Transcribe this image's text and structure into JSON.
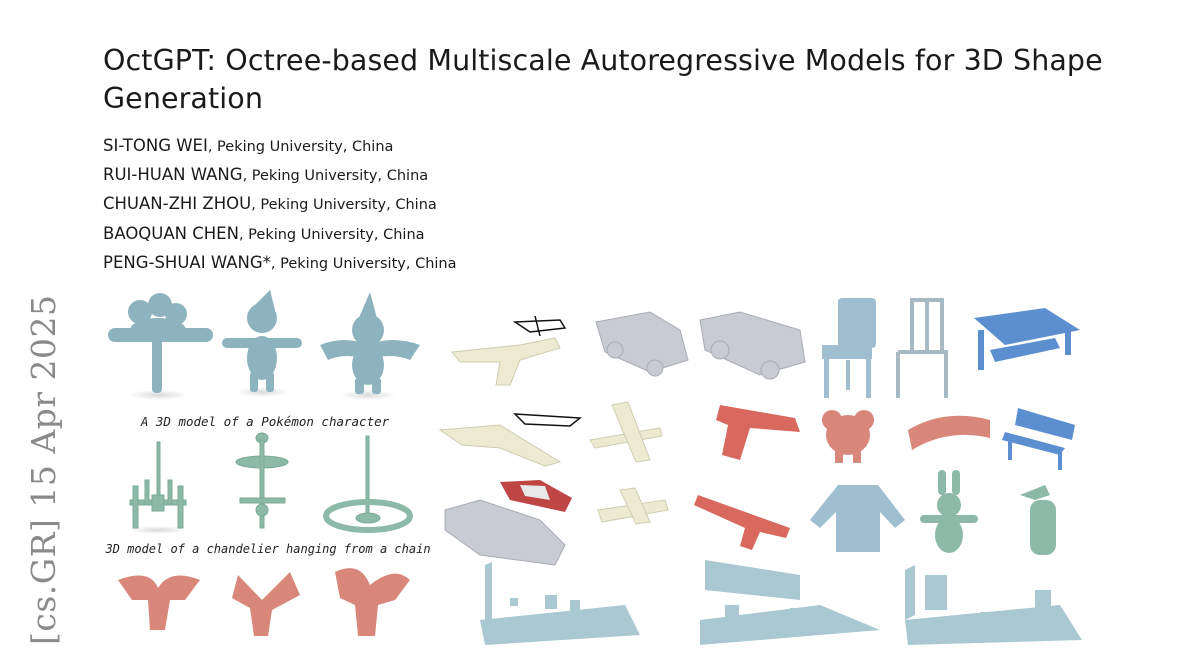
{
  "paper": {
    "title": "OctGPT: Octree-based Multiscale Autoregressive Models for 3D Shape Generation",
    "authors": [
      {
        "name": "SI-TONG WEI",
        "affiliation": ", Peking University, China"
      },
      {
        "name": "RUI-HUAN WANG",
        "affiliation": ", Peking University, China"
      },
      {
        "name": "CHUAN-ZHI ZHOU",
        "affiliation": ", Peking University, China"
      },
      {
        "name": "BAOQUAN CHEN",
        "affiliation": ", Peking University, China"
      },
      {
        "name": "PENG-SHUAI WANG*",
        "affiliation": ", Peking University, China"
      }
    ],
    "arxiv_stamp": "[cs.GR]  15 Apr 2025"
  },
  "figure": {
    "captions": [
      "A 3D model of a Pokémon character",
      "3D model of a chandelier hanging from a chain"
    ],
    "colors": {
      "blue": "#8db3bf",
      "green": "#8dbaa8",
      "salmon": "#d8877a",
      "gray": "#c9cbd3",
      "cream": "#ecebd2",
      "red": "#d9695e",
      "chair_blue": "#9fbfd0",
      "table_blue": "#5b8fcf"
    }
  }
}
